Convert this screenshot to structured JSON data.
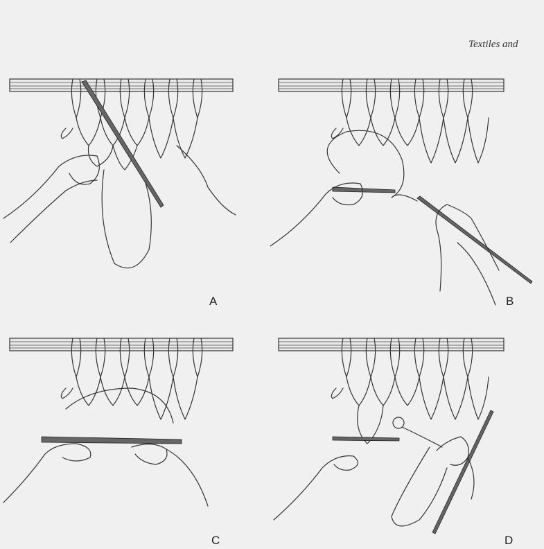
{
  "header": {
    "text": "Textiles and"
  },
  "panels": [
    {
      "label": "A"
    },
    {
      "label": "B"
    },
    {
      "label": "C"
    },
    {
      "label": "D"
    }
  ],
  "colors": {
    "background": "#f0f0f0",
    "ink": "#333333"
  }
}
